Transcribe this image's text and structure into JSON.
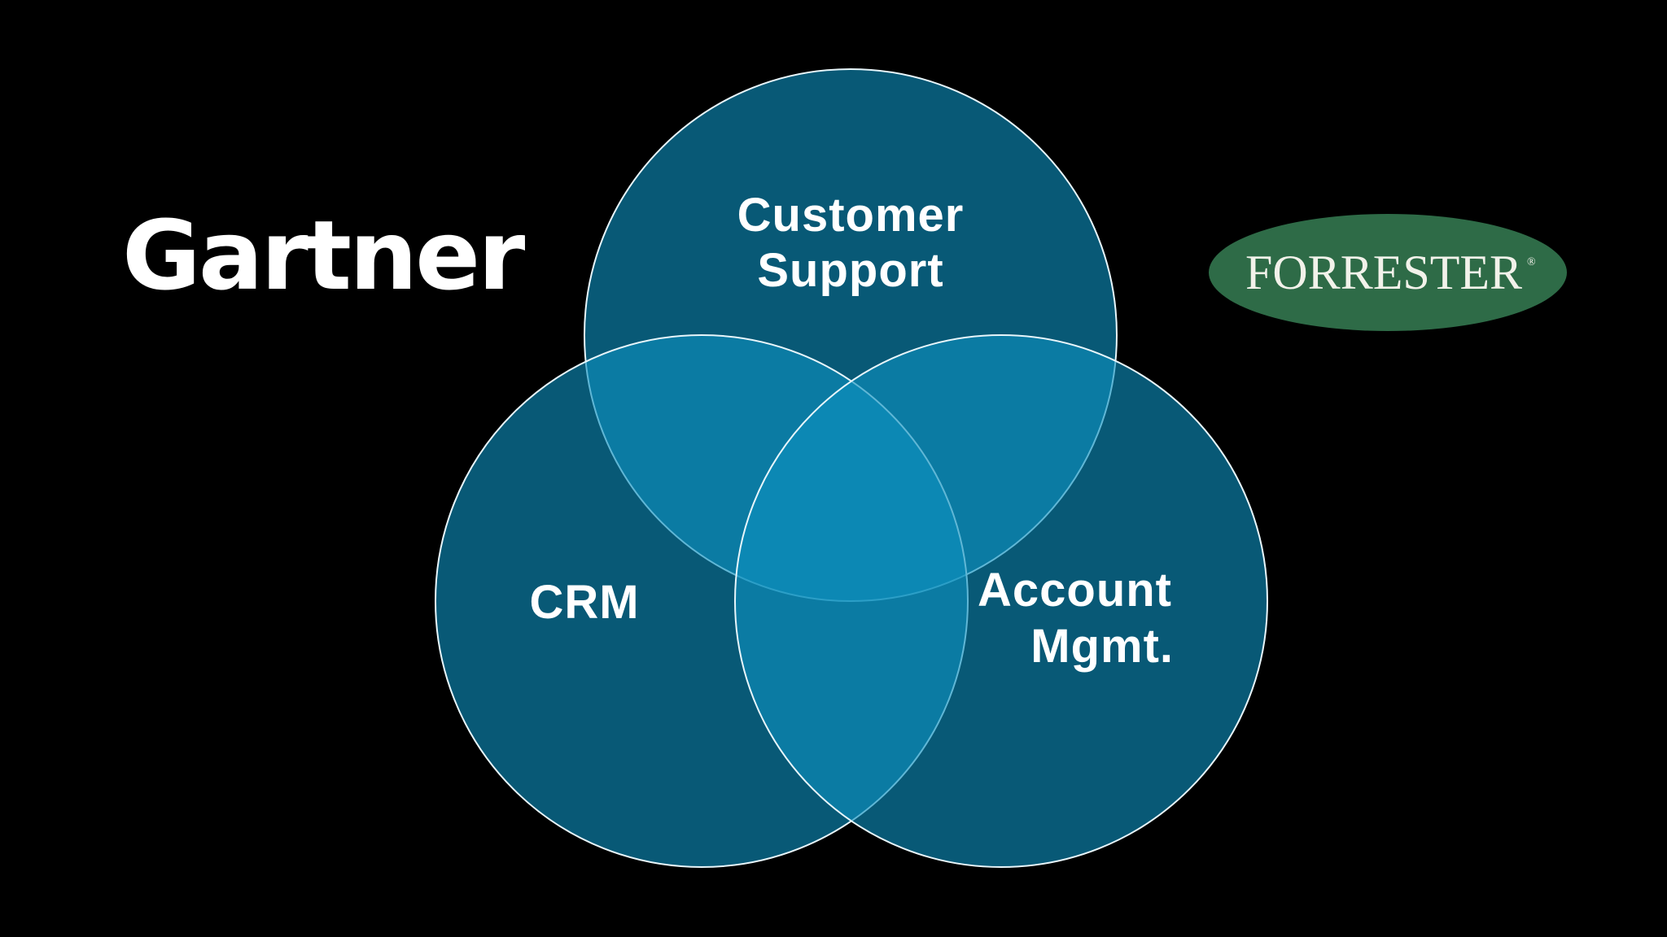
{
  "diagram": {
    "type": "venn",
    "background_color": "#000000",
    "circle_fill": "#0d8fbf",
    "circle_stroke": "#e8f6fb",
    "sets": [
      {
        "id": "customer-support",
        "label_lines": [
          "Customer",
          "Support"
        ]
      },
      {
        "id": "crm",
        "label_lines": [
          "CRM"
        ]
      },
      {
        "id": "account-mgmt",
        "label_lines": [
          "Account",
          "Mgmt."
        ]
      }
    ]
  },
  "logos": {
    "gartner": {
      "text": "Gartner",
      "color": "#ffffff"
    },
    "forrester": {
      "text": "FORRESTER",
      "registered": "®",
      "color": "#2e6b47"
    }
  }
}
